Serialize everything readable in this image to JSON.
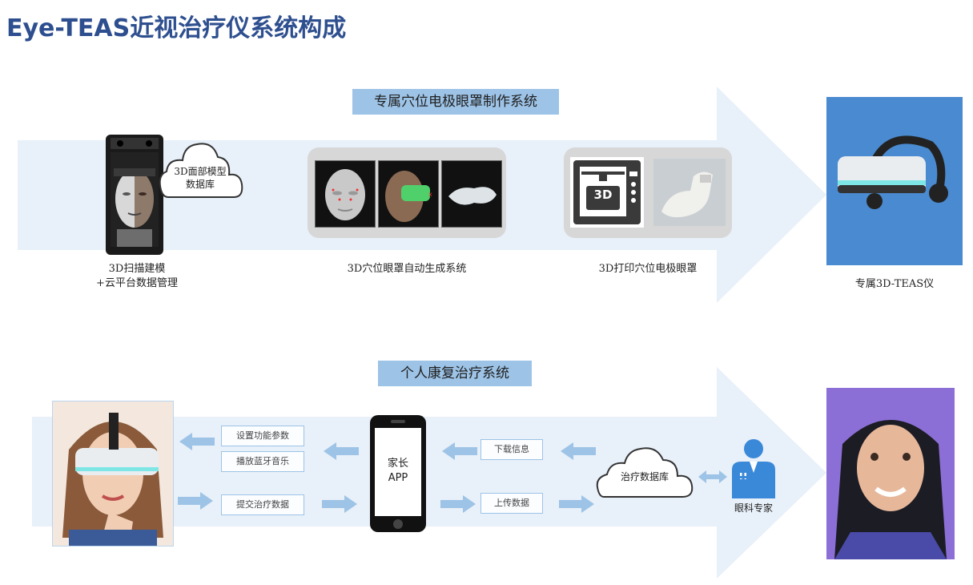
{
  "title": "Eye-TEAS近视治疗仪系统构成",
  "top": {
    "band_title": "专属穴位电极眼罩制作系统",
    "cloud_label": "3D面部模型\n数据库",
    "steps": [
      {
        "label": "3D扫描建模\n+云平台数据管理"
      },
      {
        "label": "3D穴位眼罩自动生成系统"
      },
      {
        "label": "3D打印穴位电极眼罩"
      }
    ],
    "device_caption": "专属3D-TEAS仪",
    "printer_text": "3D"
  },
  "bottom": {
    "band_title": "个人康复治疗系统",
    "phone_label": "家长\nAPP",
    "cloud_label": "治疗数据库",
    "expert_label": "眼科专家",
    "left_msgs": [
      "设置功能参数",
      "播放蓝牙音乐",
      "提交治疗数据"
    ],
    "mid_msgs": [
      "下载信息",
      "上传数据"
    ]
  },
  "colors": {
    "band_blue": "#9dc3e6",
    "arrow_fill": "#e8f0f9",
    "small_arrow": "#9dc3e6",
    "title_blue": "#2e4f8f",
    "device_bg": "#4a8ad0",
    "expert_blue": "#3a88d8"
  }
}
